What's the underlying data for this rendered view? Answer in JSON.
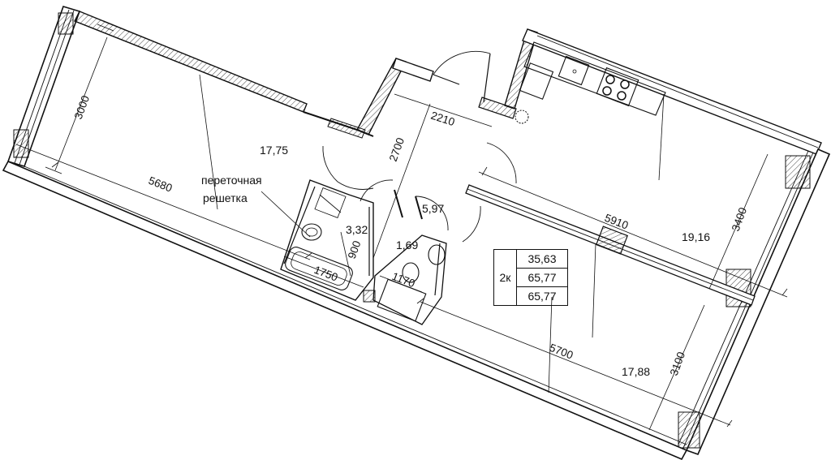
{
  "plan": {
    "rooms": {
      "living_area": "17,75",
      "bedroom_area": "17,88",
      "kitchen_area": "19,16",
      "hall_area": "5,97",
      "bathroom_area": "3,32",
      "wc_area": "1,69"
    },
    "dimensions": {
      "living_depth": "3000",
      "living_length": "5680",
      "corridor_width": "2210",
      "corridor_length": "2700",
      "kitchen_length": "5910",
      "kitchen_depth": "3400",
      "bedroom_length": "5700",
      "bedroom_depth": "3100",
      "bath_width": "900",
      "bath_length": "1750",
      "wc_width": "1170"
    },
    "annotation": {
      "line1": "переточная",
      "line2": "решетка"
    }
  },
  "summary": {
    "rooms": "2к",
    "living": "35,63",
    "total": "65,77",
    "total_with": "65,77"
  }
}
